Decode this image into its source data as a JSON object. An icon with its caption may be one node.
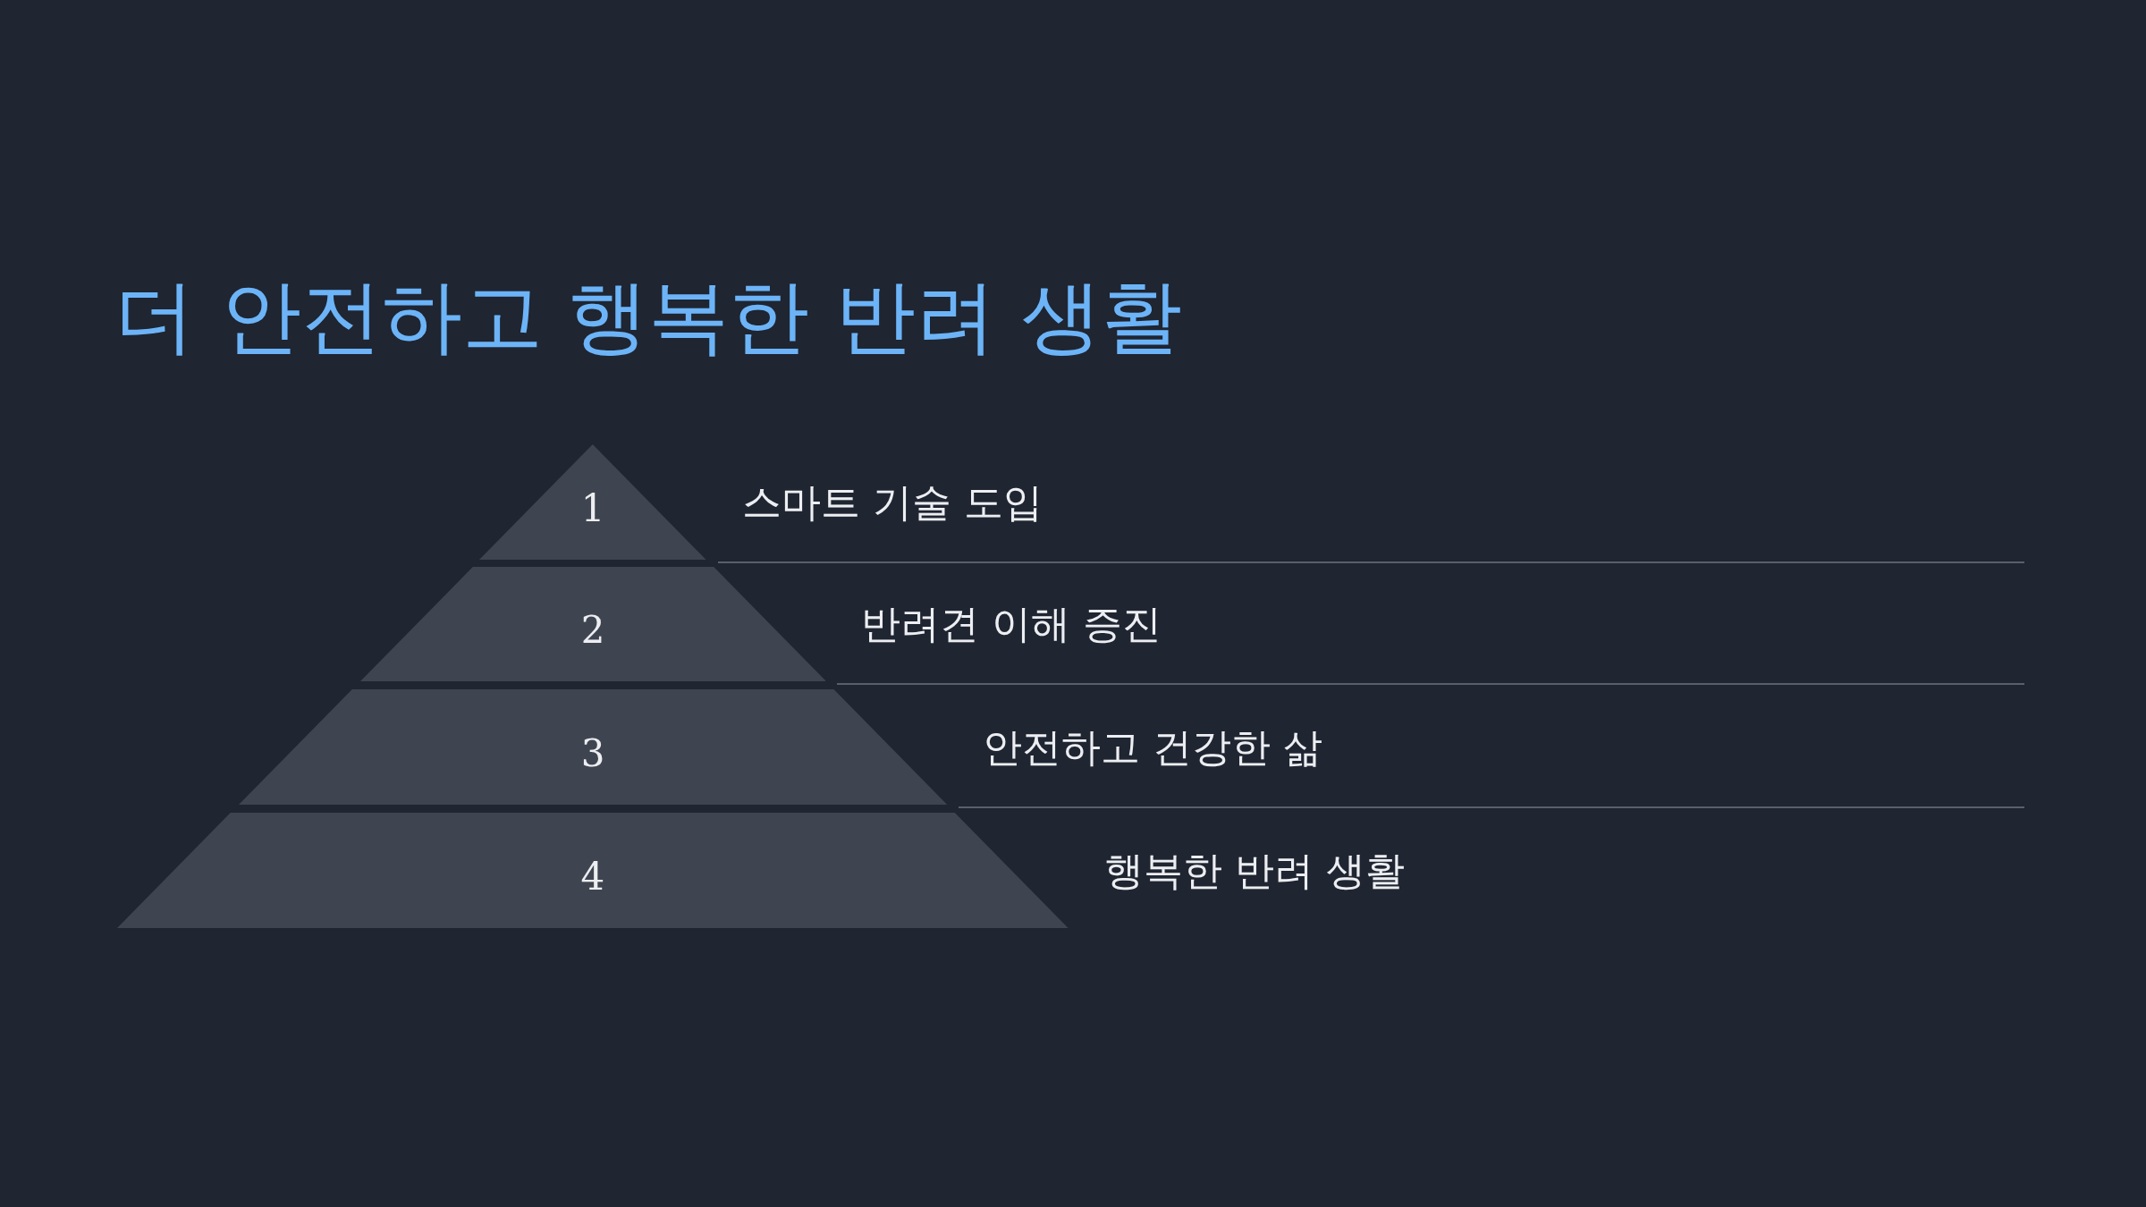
{
  "diagram": {
    "title": "더 안전하고 행복한 반려 생활",
    "nodes": [
      {
        "text": [
          "1"
        ],
        "beside": [
          "스마트 기술 도입"
        ]
      },
      {
        "text": [
          "2"
        ],
        "beside": [
          "반려견 이해 증진"
        ]
      },
      {
        "text": [
          "3"
        ],
        "beside": [
          "안전하고 건강한 삶"
        ]
      },
      {
        "text": [
          "4"
        ],
        "beside": [
          "행복한 반려 생활"
        ]
      }
    ]
  }
}
